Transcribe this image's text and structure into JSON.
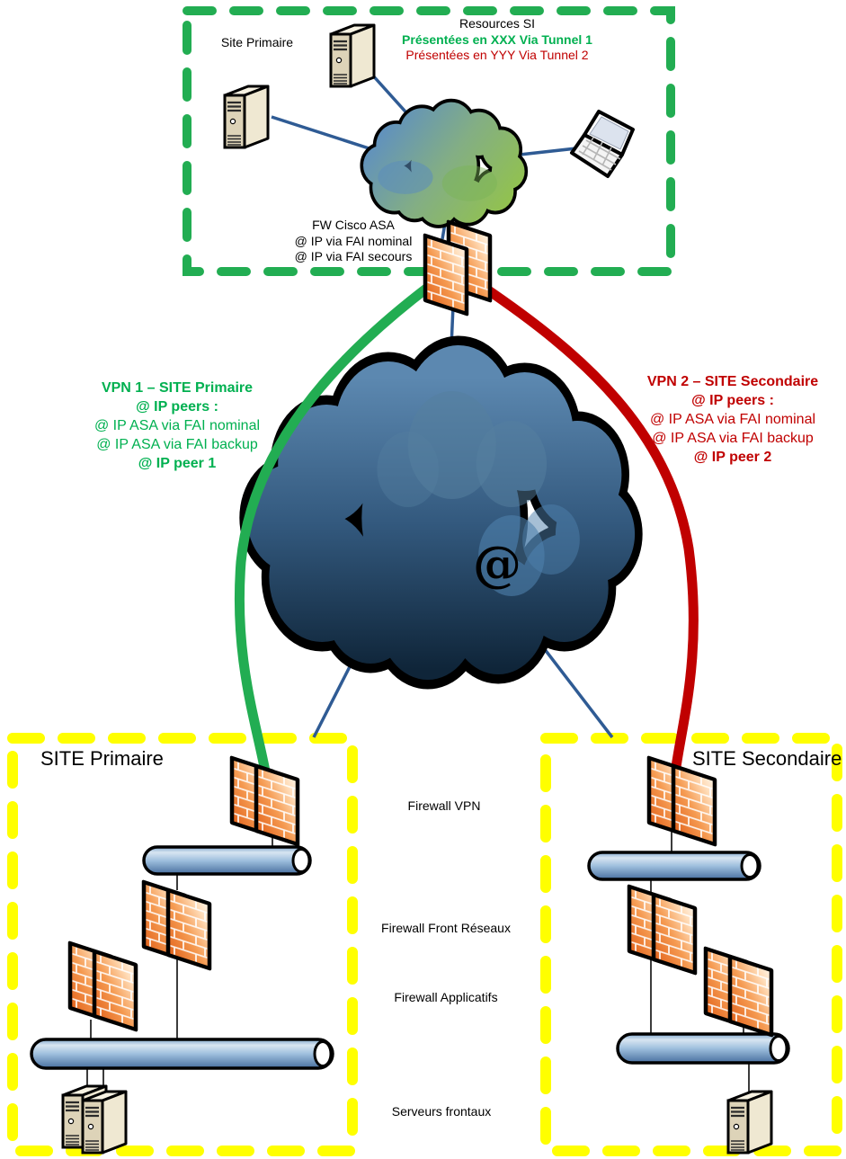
{
  "colors": {
    "tunnel1_green": "#00B050",
    "tunnel2_red": "#C00000",
    "border_green": "#22AD52",
    "border_yellow": "#FFFF00",
    "link_blue": "#2F5B94"
  },
  "top_site": {
    "label": "Site Primaire",
    "resources_title": "Resources SI",
    "tunnel1_text": "Présentées en XXX Via Tunnel 1",
    "tunnel2_text": "Présentées en YYY Via Tunnel 2",
    "firewall_name": "FW Cisco ASA",
    "firewall_ip1": "@ IP via FAI nominal",
    "firewall_ip2": "@ IP via FAI secours"
  },
  "vpn1": {
    "title": "VPN 1 – SITE Primaire",
    "peers_heading": "@ IP peers :",
    "peer_line1": "@ IP ASA via FAI nominal",
    "peer_line2": "@ IP ASA via FAI backup",
    "peer_id": "@ IP peer 1"
  },
  "vpn2": {
    "title": "VPN 2 – SITE Secondaire",
    "peers_heading": "@ IP peers :",
    "peer_line1": "@ IP ASA via FAI nominal",
    "peer_line2": "@ IP ASA via FAI backup",
    "peer_id": "@ IP peer 2"
  },
  "internet": {
    "symbol": "@"
  },
  "site_primary": {
    "title": "SITE Primaire"
  },
  "site_secondary": {
    "title": "SITE Secondaire"
  },
  "layer_labels": {
    "vpn": "Firewall VPN",
    "front": "Firewall Front Réseaux",
    "app": "Firewall Applicatifs",
    "servers": "Serveurs frontaux"
  }
}
